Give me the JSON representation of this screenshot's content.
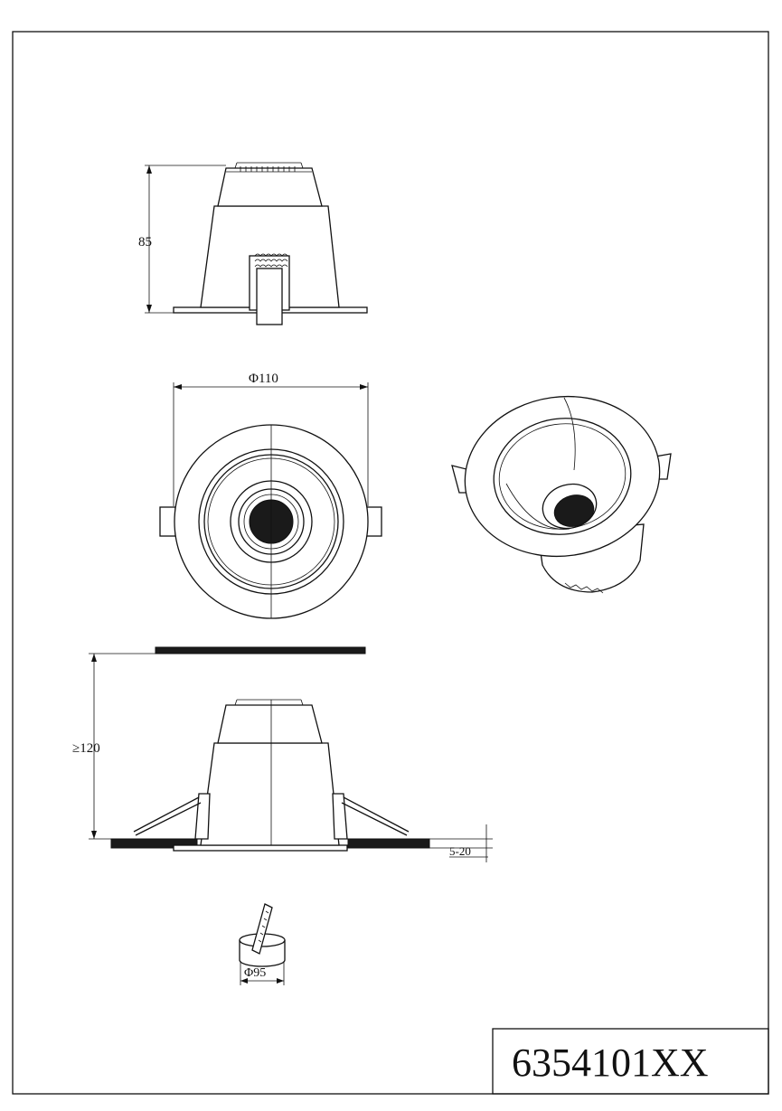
{
  "drawing": {
    "part_number": "6354101XX",
    "dims": {
      "height": "85",
      "diameter_outer": "Φ110",
      "install_depth": "≥120",
      "ceiling_thickness": "5-20",
      "cutout": "Φ95"
    }
  }
}
